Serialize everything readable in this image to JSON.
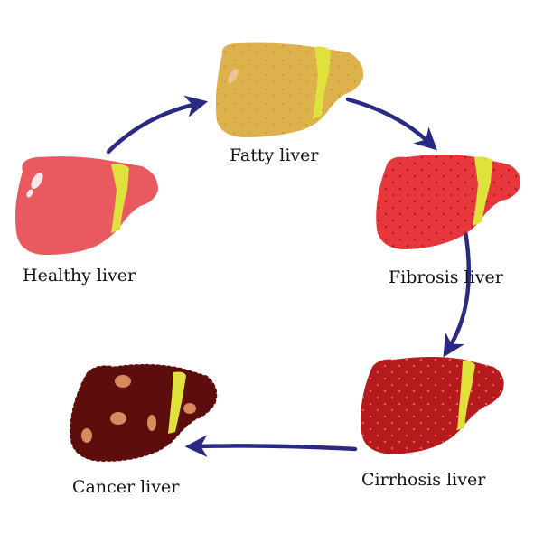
{
  "stages": {
    "healthy": {
      "label": "Healthy liver",
      "color": "#e85a5f",
      "lobe_shade": "#f26b70"
    },
    "fatty": {
      "label": "Fatty liver",
      "color": "#ddb24c",
      "lobe_shade": "#e8c064"
    },
    "fibrosis": {
      "label": "Fibrosis liver",
      "color": "#e8373c",
      "lobe_shade": "#ef4a4e"
    },
    "cirrhosis": {
      "label": "Cirrhosis liver",
      "color": "#b51a1d",
      "lobe_shade": "#c1252a"
    },
    "cancer": {
      "label": "Cancer liver",
      "color": "#5e0d0d",
      "lobe_shade": "#6c1414",
      "nodule_color": "#d88a5f"
    }
  },
  "colors": {
    "arrow": "#2a2a82",
    "ligament": "#dfe23a"
  }
}
